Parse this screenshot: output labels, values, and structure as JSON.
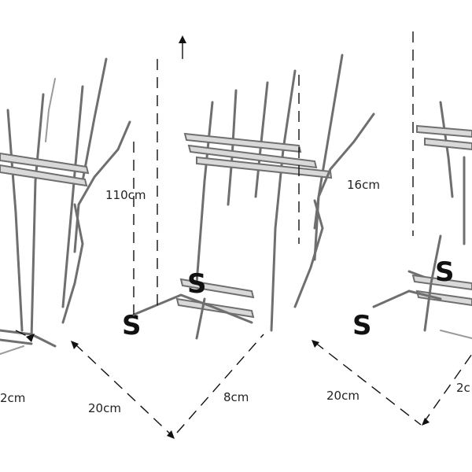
{
  "dimensions": {
    "height_left": "110cm",
    "height_right": "16cm",
    "width_left": "20cm",
    "depth_middle": "8cm",
    "width_right": "20cm",
    "edge_left": "2cm",
    "edge_right": "2c"
  },
  "colors": {
    "frame": "#6f6f6f",
    "dimension_line": "#111111",
    "wheel": "#111111",
    "background": "#ffffff"
  }
}
